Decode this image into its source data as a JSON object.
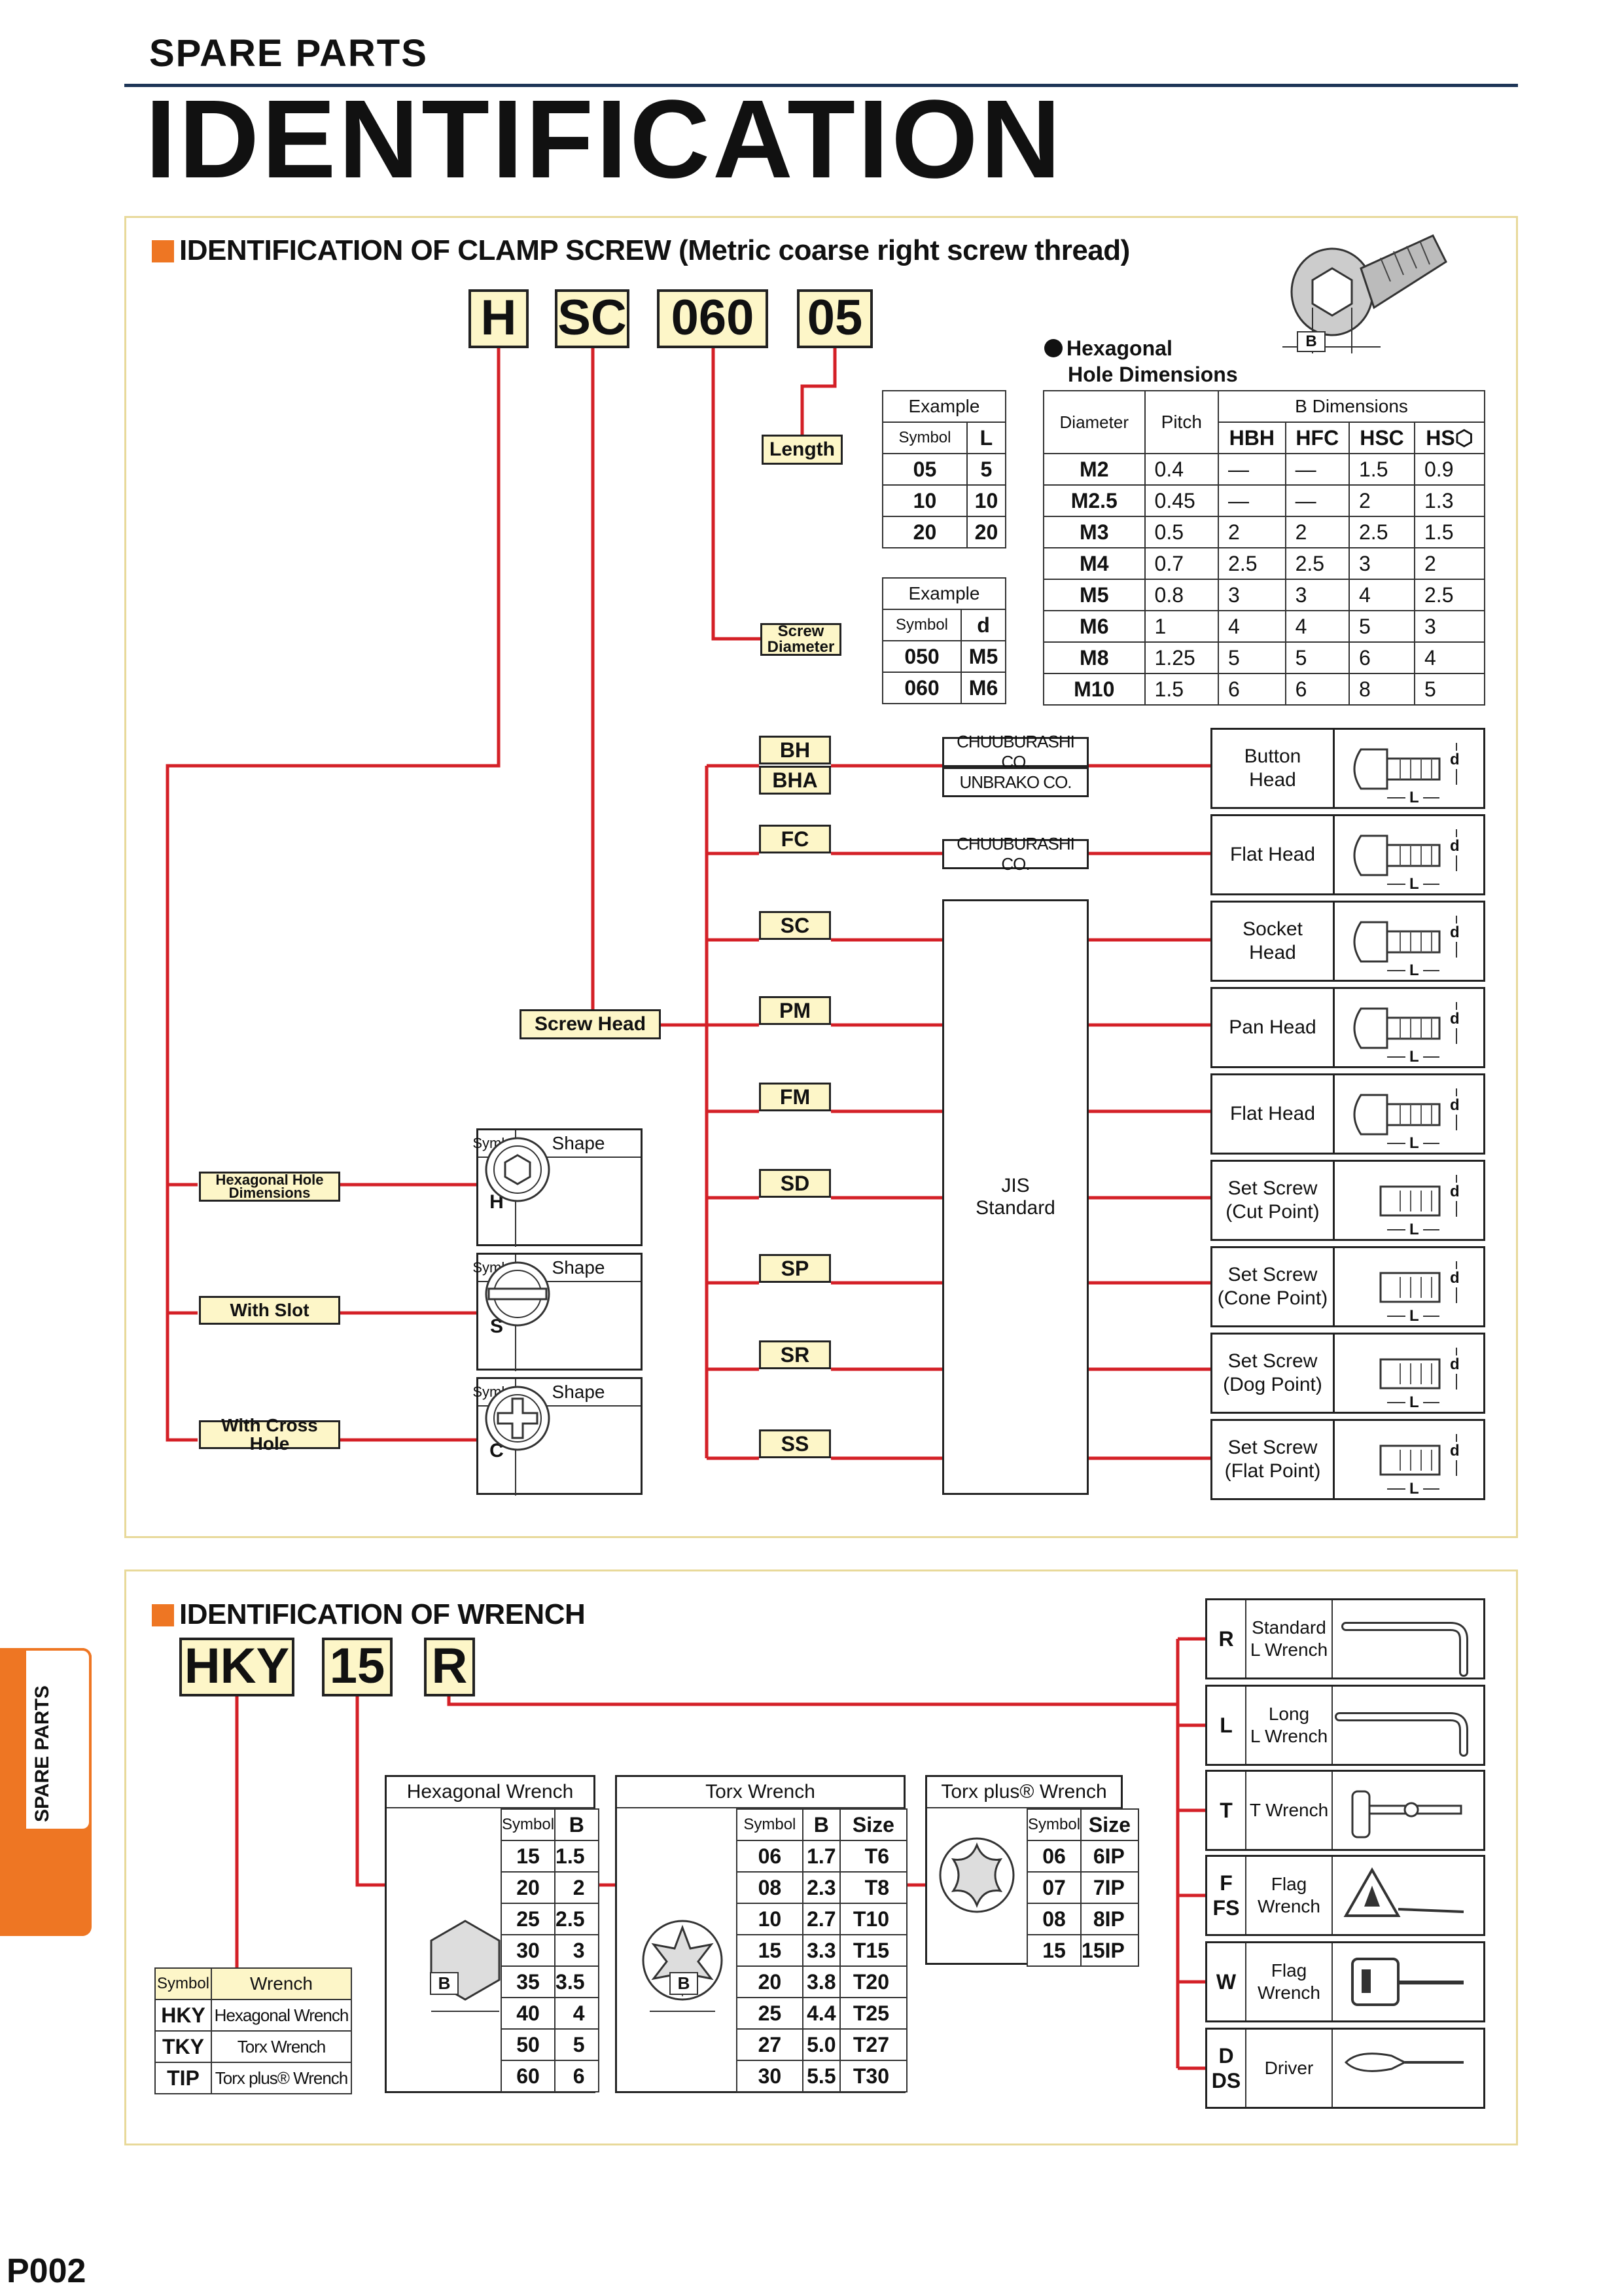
{
  "header": {
    "subtitle": "SPARE PARTS",
    "title": "IDENTIFICATION"
  },
  "clamp": {
    "title": "IDENTIFICATION OF CLAMP SCREW (Metric coarse right screw thread)",
    "codes": [
      "H",
      "SC",
      "060",
      "05"
    ],
    "length_label": "Length",
    "screw_diameter_label": "Screw Diameter",
    "screw_head_label": "Screw Head",
    "length_table": {
      "title": "Example",
      "headers": [
        "Symbol",
        "L"
      ],
      "rows": [
        [
          "05",
          "5"
        ],
        [
          "10",
          "10"
        ],
        [
          "20",
          "20"
        ]
      ]
    },
    "diameter_table": {
      "title": "Example",
      "headers": [
        "Symbol",
        "d"
      ],
      "rows": [
        [
          "050",
          "M5"
        ],
        [
          "060",
          "M6"
        ]
      ]
    },
    "hex_title_line1": "Hexagonal",
    "hex_title_line2": "Hole Dimensions",
    "hex_table": {
      "headers": [
        "Diameter",
        "Pitch",
        "B Dimensions"
      ],
      "sub_headers": [
        "HBH",
        "HFC",
        "HSC",
        "HS"
      ],
      "rows": [
        [
          "M2",
          "0.4",
          "—",
          "—",
          "1.5",
          "0.9"
        ],
        [
          "M2.5",
          "0.45",
          "—",
          "—",
          "2",
          "1.3"
        ],
        [
          "M3",
          "0.5",
          "2",
          "2",
          "2.5",
          "1.5"
        ],
        [
          "M4",
          "0.7",
          "2.5",
          "2.5",
          "3",
          "2"
        ],
        [
          "M5",
          "0.8",
          "3",
          "3",
          "4",
          "2.5"
        ],
        [
          "M6",
          "1",
          "4",
          "4",
          "5",
          "3"
        ],
        [
          "M8",
          "1.25",
          "5",
          "5",
          "6",
          "4"
        ],
        [
          "M10",
          "1.5",
          "6",
          "6",
          "8",
          "5"
        ]
      ]
    },
    "diagram_b_label": "B",
    "head_codes": [
      "BH",
      "BHA",
      "FC",
      "SC",
      "PM",
      "FM",
      "SD",
      "SP",
      "SR",
      "SS"
    ],
    "makers": [
      "CHUUBURASHI CO.",
      "UNBRAKO CO.",
      "CHUUBURASHI CO."
    ],
    "jis_label_1": "JIS",
    "jis_label_2": "Standard",
    "head_types": [
      [
        "Button",
        "Head"
      ],
      [
        "Flat Head"
      ],
      [
        "Socket",
        "Head"
      ],
      [
        "Pan Head"
      ],
      [
        "Flat Head"
      ],
      [
        "Set Screw",
        "(Cut Point)"
      ],
      [
        "Set Screw",
        "(Cone Point)"
      ],
      [
        "Set Screw",
        "(Dog Point)"
      ],
      [
        "Set Screw",
        "(Flat Point)"
      ]
    ],
    "dim_d": "d",
    "dim_l": "L",
    "hole_options": [
      {
        "label": "Hexagonal Hole Dimensions",
        "symbol": "H",
        "shape_icon": "hex-socket-icon"
      },
      {
        "label": "With Slot",
        "symbol": "S",
        "shape_icon": "slot-icon"
      },
      {
        "label": "With Cross Hole",
        "symbol": "C",
        "shape_icon": "cross-hole-icon"
      }
    ],
    "shape_headers": [
      "Symbol",
      "Shape"
    ]
  },
  "wrench": {
    "title": "IDENTIFICATION OF WRENCH",
    "codes": [
      "HKY",
      "15",
      "R"
    ],
    "hex_table": {
      "title": "Hexagonal Wrench",
      "headers": [
        "Symbol",
        "B"
      ],
      "rows": [
        [
          "15",
          "1.5"
        ],
        [
          "20",
          "2"
        ],
        [
          "25",
          "2.5"
        ],
        [
          "30",
          "3"
        ],
        [
          "35",
          "3.5"
        ],
        [
          "40",
          "4"
        ],
        [
          "50",
          "5"
        ],
        [
          "60",
          "6"
        ]
      ]
    },
    "torx_table": {
      "title": "Torx Wrench",
      "headers": [
        "Symbol",
        "B",
        "Size"
      ],
      "rows": [
        [
          "06",
          "1.7",
          "T6"
        ],
        [
          "08",
          "2.3",
          "T8"
        ],
        [
          "10",
          "2.7",
          "T10"
        ],
        [
          "15",
          "3.3",
          "T15"
        ],
        [
          "20",
          "3.8",
          "T20"
        ],
        [
          "25",
          "4.4",
          "T25"
        ],
        [
          "27",
          "5.0",
          "T27"
        ],
        [
          "30",
          "5.5",
          "T30"
        ]
      ]
    },
    "torxplus_table": {
      "title": "Torx plus® Wrench",
      "headers": [
        "Symbol",
        "Size"
      ],
      "rows": [
        [
          "06",
          "6IP"
        ],
        [
          "07",
          "7IP"
        ],
        [
          "08",
          "8IP"
        ],
        [
          "15",
          "15IP"
        ]
      ]
    },
    "type_table": {
      "headers": [
        "Symbol",
        "Wrench"
      ],
      "rows": [
        [
          "HKY",
          "Hexagonal Wrench"
        ],
        [
          "TKY",
          "Torx Wrench"
        ],
        [
          "TIP",
          "Torx plus® Wrench"
        ]
      ]
    },
    "b_label": "B",
    "shapes": [
      {
        "symbol": "R",
        "name": [
          "Standard",
          "L Wrench"
        ],
        "icon": "l-wrench-icon"
      },
      {
        "symbol": "L",
        "name": [
          "Long",
          "L Wrench"
        ],
        "icon": "long-l-wrench-icon"
      },
      {
        "symbol": "T",
        "name": [
          "T Wrench"
        ],
        "icon": "t-wrench-icon"
      },
      {
        "symbol": "F\nFS",
        "name": [
          "Flag",
          "Wrench"
        ],
        "icon": "flag-wrench-icon"
      },
      {
        "symbol": "W",
        "name": [
          "Flag",
          "Wrench"
        ],
        "icon": "w-flag-wrench-icon"
      },
      {
        "symbol": "D\nDS",
        "name": [
          "Driver"
        ],
        "icon": "driver-icon"
      }
    ]
  },
  "side_tab": "SPARE PARTS",
  "page_number": "P002",
  "colors": {
    "accent": "#ee7623",
    "line": "#d42027",
    "highlight": "#fdf6c8",
    "panel_border": "#e8d99a"
  }
}
